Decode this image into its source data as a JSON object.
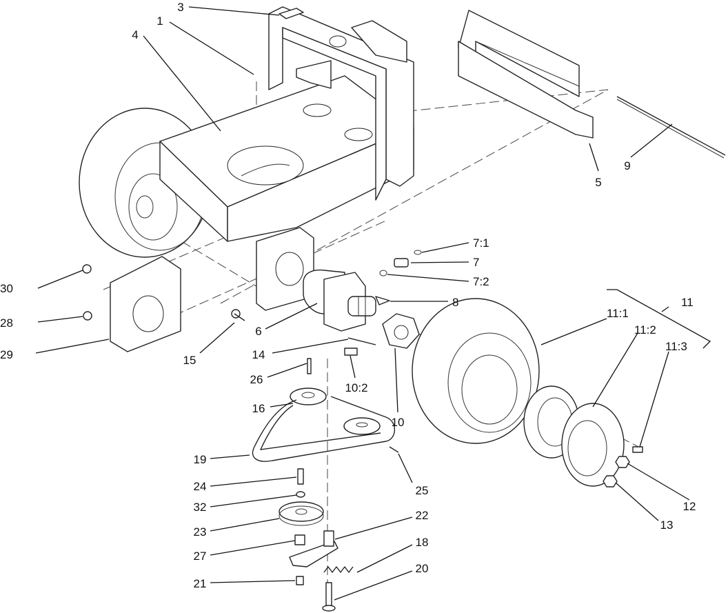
{
  "callouts": {
    "c3": "3",
    "c1": "1",
    "c4": "4",
    "c5": "5",
    "c9": "9",
    "c7_1": "7:1",
    "c7": "7",
    "c7_2": "7:2",
    "c8": "8",
    "c11": "11",
    "c11_1": "11:1",
    "c11_2": "11:2",
    "c11_3": "11:3",
    "c30": "30",
    "c28": "28",
    "c29": "29",
    "c6": "6",
    "c15": "15",
    "c14": "14",
    "c10_2": "10:2",
    "c10": "10",
    "c26": "26",
    "c16": "16",
    "c19": "19",
    "c25": "25",
    "c24": "24",
    "c32": "32",
    "c23": "23",
    "c22": "22",
    "c27": "27",
    "c18": "18",
    "c20": "20",
    "c21": "21",
    "c12": "12",
    "c13": "13"
  }
}
